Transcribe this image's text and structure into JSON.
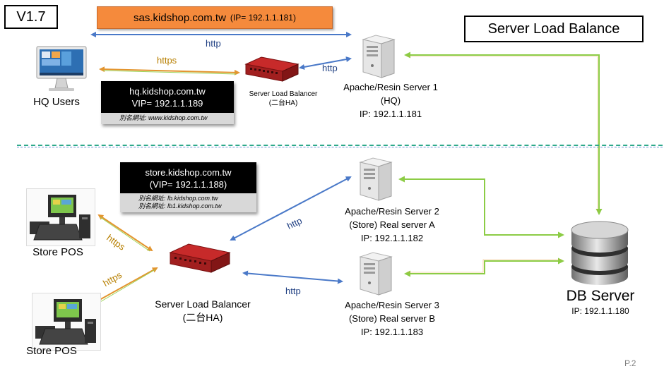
{
  "version": "V1.7",
  "title": "Server Load Balance",
  "sas_banner": {
    "domain": "sas.kidshop.com.tw",
    "ip": "(IP= 192.1.1.181)"
  },
  "hq": {
    "users_label": "HQ Users",
    "vip_card": {
      "domain": "hq.kidshop.com.tw",
      "vip": "VIP= 192.1.1.189",
      "alias": "別名網址: www.kidshop.com.tw"
    },
    "balancer": {
      "label": "Server Load Balancer",
      "sub": "(二台HA)"
    },
    "server": {
      "name": "Apache/Resin Server 1",
      "role": "(HQ)",
      "ip": "IP: 192.1.1.181"
    }
  },
  "store": {
    "vip_card": {
      "domain": "store.kidshop.com.tw",
      "vip": "(VIP= 192.1.1.188)",
      "alias1": "別名網址:   lb.kidshop.com.tw",
      "alias2": "別名網址: lb1.kidshop.com.tw"
    },
    "pos1_label": "Store POS",
    "pos2_label": "Store POS",
    "balancer": {
      "label": "Server Load Balancer",
      "sub": "(二台HA)"
    },
    "server_a": {
      "name": "Apache/Resin Server 2",
      "role": "(Store) Real server A",
      "ip": "IP: 192.1.1.182"
    },
    "server_b": {
      "name": "Apache/Resin Server 3",
      "role": "(Store) Real server B",
      "ip": "IP: 192.1.1.183"
    }
  },
  "db": {
    "name": "DB Server",
    "ip": "IP: 192.1.1.180"
  },
  "protocols": {
    "http": "http",
    "https": "https"
  },
  "page_number": "P.2",
  "icons": {
    "monitor": "desktop-monitor-icon",
    "balancer": "load-balancer-switch-icon",
    "server": "tower-server-icon",
    "pos": "pos-terminal-icon",
    "db": "database-cylinder-icon"
  },
  "colors": {
    "http_arrow": "#4a79c8",
    "https_arrow": "#f2a84a",
    "db_link": "#9bd456",
    "sas_banner": "#f58a3c",
    "divider": "#2eaa8b"
  }
}
